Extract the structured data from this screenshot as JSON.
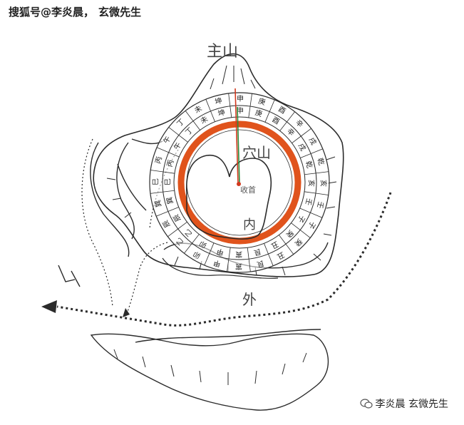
{
  "watermark": {
    "source": "搜狐号@李炎晨，",
    "author": "玄微先生",
    "bottom_text": "李炎晨 玄微先生"
  },
  "labels": {
    "main_mountain": "主山",
    "cave_mountain": "穴山",
    "receiving_head": "收首",
    "inner": "内",
    "outer": "外"
  },
  "compass": {
    "outer_ring": [
      "丙",
      "午",
      "丁",
      "未",
      "坤",
      "申",
      "庚",
      "酉",
      "辛",
      "戌",
      "乾",
      "亥",
      "壬",
      "子",
      "癸",
      "丑",
      "艮",
      "寅",
      "甲",
      "卯",
      "乙",
      "辰",
      "巽",
      "巳"
    ],
    "middle_ring": [
      "丙",
      "午",
      "丁",
      "未",
      "坤",
      "申",
      "庚",
      "酉",
      "辛",
      "戌",
      "乾",
      "亥",
      "壬",
      "子",
      "癸",
      "丑",
      "艮",
      "寅",
      "甲",
      "卯",
      "乙",
      "辰",
      "巽",
      "巳"
    ],
    "accent_color": "#e0531c",
    "needle_colors": [
      "#d2391e",
      "#2a8a3a"
    ]
  },
  "colors": {
    "ink": "#2b2b2b",
    "ring_fill": "#ffffff"
  }
}
